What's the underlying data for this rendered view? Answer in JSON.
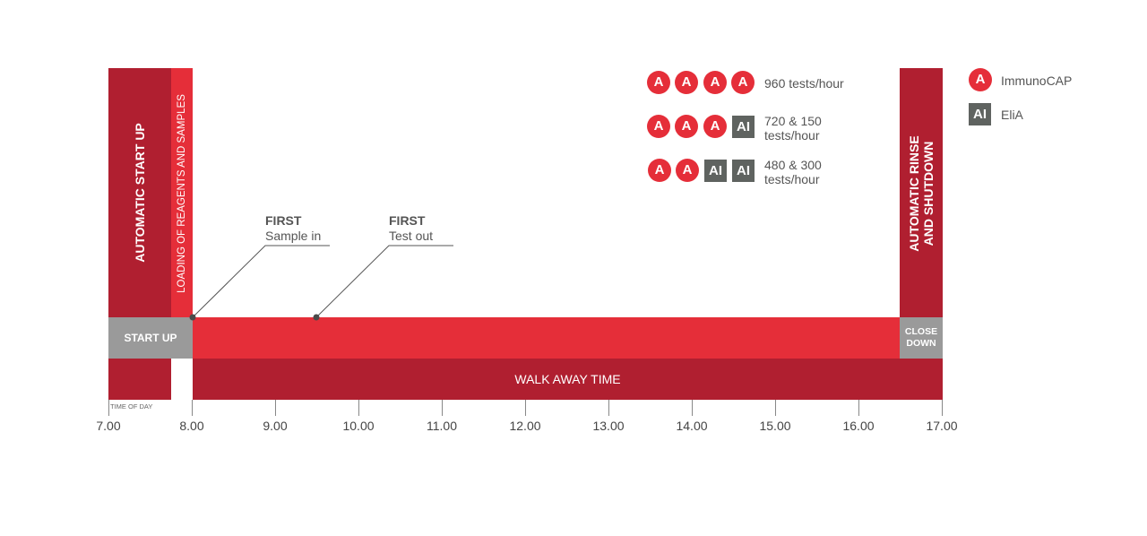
{
  "colors": {
    "dark_red": "#b01f30",
    "red": "#e52e39",
    "gray": "#9a9a9a",
    "dark_gray": "#5f6360"
  },
  "phases": {
    "automatic_start_up": "AUTOMATIC START UP",
    "loading": "LOADING OF REAGENTS AND SAMPLES",
    "start_up": "START UP",
    "automatic_rinse_line1": "AUTOMATIC RINSE",
    "automatic_rinse_line2": "AND SHUTDOWN",
    "close_line1": "CLOSE",
    "close_line2": "DOWN",
    "walk_away": "WALK AWAY TIME",
    "time_of_day": "TIME OF DAY"
  },
  "callouts": {
    "first_sample_title": "FIRST",
    "first_sample_sub": "Sample in",
    "first_test_title": "FIRST",
    "first_test_sub": "Test out"
  },
  "axis": {
    "ticks": [
      "7.00",
      "8.00",
      "9.00",
      "10.00",
      "11.00",
      "12.00",
      "13.00",
      "14.00",
      "15.00",
      "16.00",
      "17.00"
    ]
  },
  "throughput": {
    "badge_a": "A",
    "badge_ai": "AI",
    "rows": [
      {
        "line1": "960 tests/hour",
        "line2": ""
      },
      {
        "line1": "720 & 150",
        "line2": "tests/hour"
      },
      {
        "line1": "480 & 300",
        "line2": "tests/hour"
      }
    ]
  },
  "legend": {
    "immunocap_label": "ImmunoCAP",
    "elia_label": "EliA"
  }
}
